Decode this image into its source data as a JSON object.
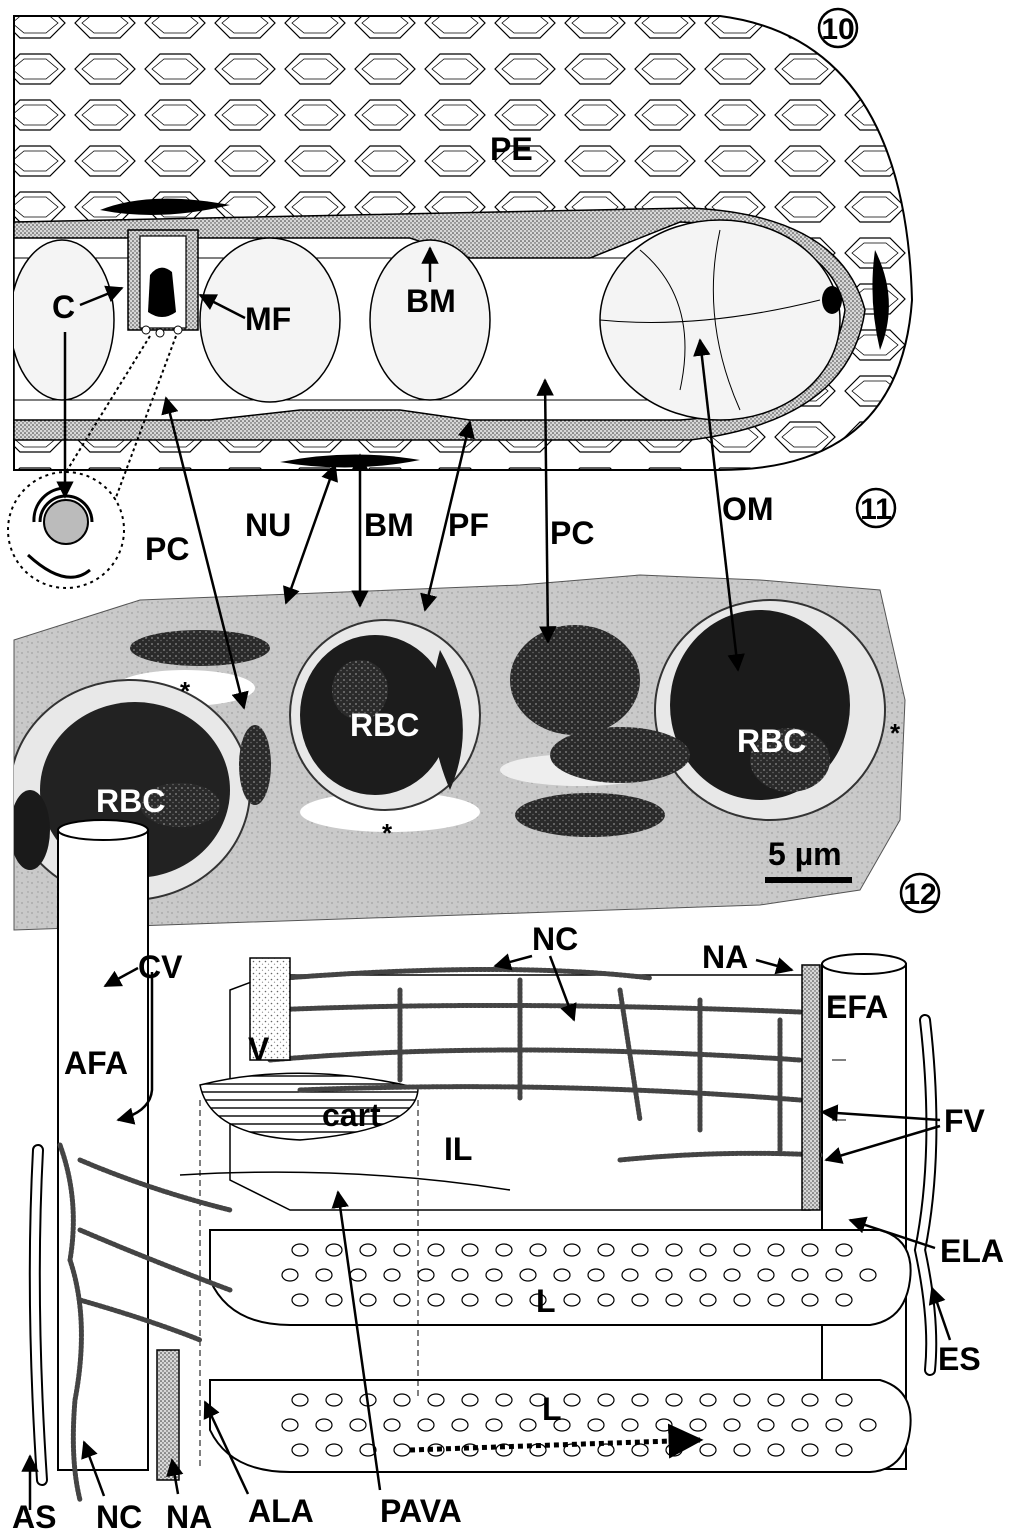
{
  "panels": {
    "p10": "10",
    "p11": "11",
    "p12": "12"
  },
  "fig10": {
    "PE": "PE",
    "C": "C",
    "MF": "MF",
    "BM": "BM"
  },
  "connectors": {
    "PC_left": "PC",
    "NU": "NU",
    "BM": "BM",
    "PF": "PF",
    "PC_right": "PC",
    "OM": "OM"
  },
  "fig11": {
    "RBC_1": "RBC",
    "RBC_2": "RBC",
    "RBC_3": "RBC",
    "star": "*",
    "scale": "5 µm"
  },
  "fig12": {
    "CV": "CV",
    "NC_top": "NC",
    "NA_top": "NA",
    "EFA": "EFA",
    "AFA": "AFA",
    "V": "V",
    "cart": "cart",
    "IL": "IL",
    "FV": "FV",
    "ELA": "ELA",
    "L1": "L",
    "L2": "L",
    "ES": "ES",
    "AS": "AS",
    "NC_bottom": "NC",
    "NA_bottom": "NA",
    "ALA": "ALA",
    "PAVA": "PAVA"
  },
  "colors": {
    "ink": "#000000",
    "em_background": "#cfcfcf",
    "em_dark": "#1a1a1a",
    "stipple": "#9a9a9a"
  }
}
